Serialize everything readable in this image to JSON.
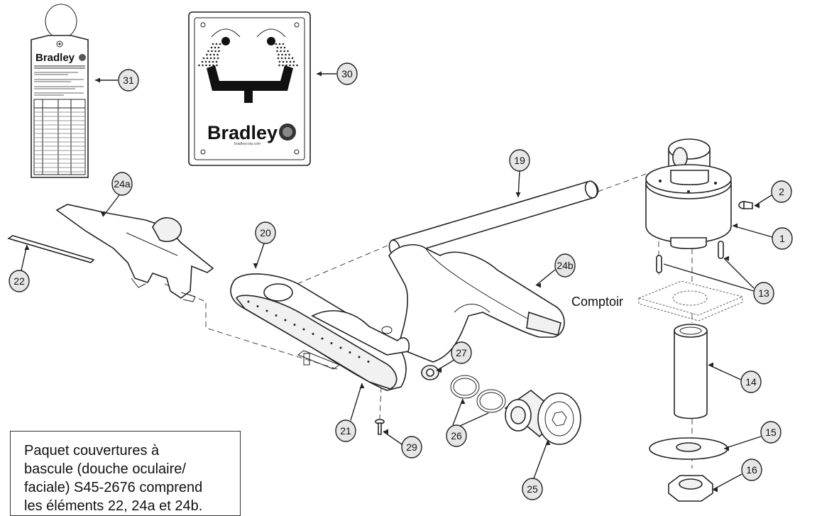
{
  "callouts": [
    {
      "id": "31",
      "label": "31"
    },
    {
      "id": "30",
      "label": "30"
    },
    {
      "id": "19",
      "label": "19"
    },
    {
      "id": "2",
      "label": "2"
    },
    {
      "id": "24a",
      "label": "24a"
    },
    {
      "id": "1",
      "label": "1"
    },
    {
      "id": "20",
      "label": "20"
    },
    {
      "id": "24b",
      "label": "24b"
    },
    {
      "id": "13",
      "label": "13"
    },
    {
      "id": "22",
      "label": "22"
    },
    {
      "id": "27",
      "label": "27"
    },
    {
      "id": "14",
      "label": "14"
    },
    {
      "id": "21",
      "label": "21"
    },
    {
      "id": "26",
      "label": "26"
    },
    {
      "id": "29",
      "label": "29"
    },
    {
      "id": "15",
      "label": "15"
    },
    {
      "id": "16",
      "label": "16"
    },
    {
      "id": "25",
      "label": "25"
    }
  ],
  "counter_label": "Comptoir",
  "tag_brand": "Bradley",
  "sign_brand": "Bradley",
  "sign_url": "bradleycorp.com",
  "note_lines": [
    "Paquet couvertures à",
    "bascule (douche oculaire/",
    "faciale) S45-2676 comprend",
    "les éléments 22, 24a et 24b."
  ]
}
